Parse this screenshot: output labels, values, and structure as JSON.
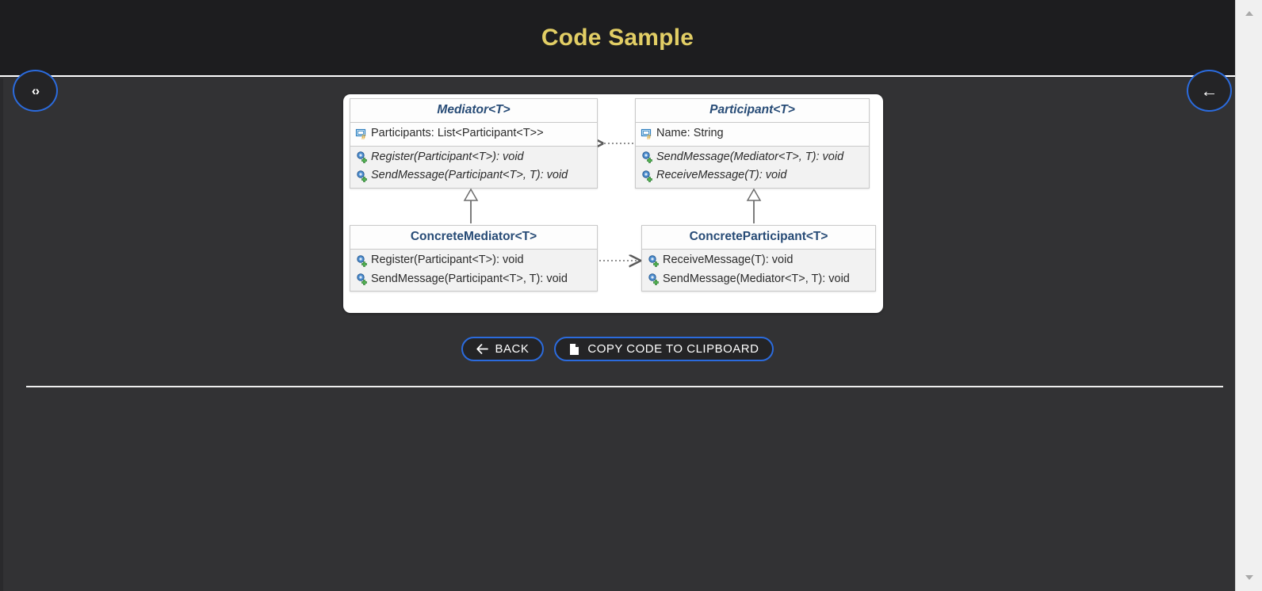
{
  "header": {
    "title": "Code Sample"
  },
  "floating_buttons": [
    {
      "name": "code-toggle-button",
      "icon": "code-brackets-icon",
      "glyph": "‹›"
    },
    {
      "name": "back-arrow-button",
      "icon": "arrow-left-icon",
      "glyph": "←"
    }
  ],
  "diagram": {
    "type": "uml-class-diagram",
    "pattern": "Mediator",
    "classes": [
      {
        "id": "mediator",
        "name": "Mediator<T>",
        "abstract": true,
        "fields": [
          {
            "icon": "field-icon",
            "text": "Participants: List<Participant<T>>"
          }
        ],
        "methods": [
          {
            "icon": "method-icon",
            "text": "Register(Participant<T>): void"
          },
          {
            "icon": "method-icon",
            "text": "SendMessage(Participant<T>, T): void"
          }
        ]
      },
      {
        "id": "participant",
        "name": "Participant<T>",
        "abstract": true,
        "fields": [
          {
            "icon": "field-icon",
            "text": "Name: String"
          }
        ],
        "methods": [
          {
            "icon": "method-icon",
            "text": "SendMessage(Mediator<T>, T): void"
          },
          {
            "icon": "method-icon",
            "text": "ReceiveMessage(T): void"
          }
        ]
      },
      {
        "id": "concrete-mediator",
        "name": "ConcreteMediator<T>",
        "abstract": false,
        "fields": [],
        "methods": [
          {
            "icon": "method-icon",
            "text": "Register(Participant<T>): void"
          },
          {
            "icon": "method-icon",
            "text": "SendMessage(Participant<T>, T): void"
          }
        ]
      },
      {
        "id": "concrete-participant",
        "name": "ConcreteParticipant<T>",
        "abstract": false,
        "fields": [],
        "methods": [
          {
            "icon": "method-icon",
            "text": "ReceiveMessage(T): void"
          },
          {
            "icon": "method-icon",
            "text": "SendMessage(Mediator<T>, T): void"
          }
        ]
      }
    ],
    "relations": [
      {
        "from": "participant",
        "to": "mediator",
        "style": "dotted",
        "arrow": "open",
        "kind": "dependency"
      },
      {
        "from": "concrete-mediator",
        "to": "concrete-participant",
        "style": "dotted",
        "arrow": "open",
        "kind": "dependency"
      },
      {
        "from": "concrete-mediator",
        "to": "mediator",
        "style": "solid",
        "arrow": "hollow-triangle",
        "kind": "generalization"
      },
      {
        "from": "concrete-participant",
        "to": "participant",
        "style": "solid",
        "arrow": "hollow-triangle",
        "kind": "generalization"
      }
    ]
  },
  "actions": {
    "back_label": "BACK",
    "back_icon": "arrow-left-icon",
    "copy_label": "COPY CODE TO CLIPBOARD",
    "copy_icon": "file-copy-icon"
  },
  "colors": {
    "header_bg": "#1d1d1f",
    "page_bg": "#323234",
    "title_gold": "#e2ce65",
    "accent_blue": "#2b6bdd",
    "uml_title_blue": "#274b76"
  }
}
